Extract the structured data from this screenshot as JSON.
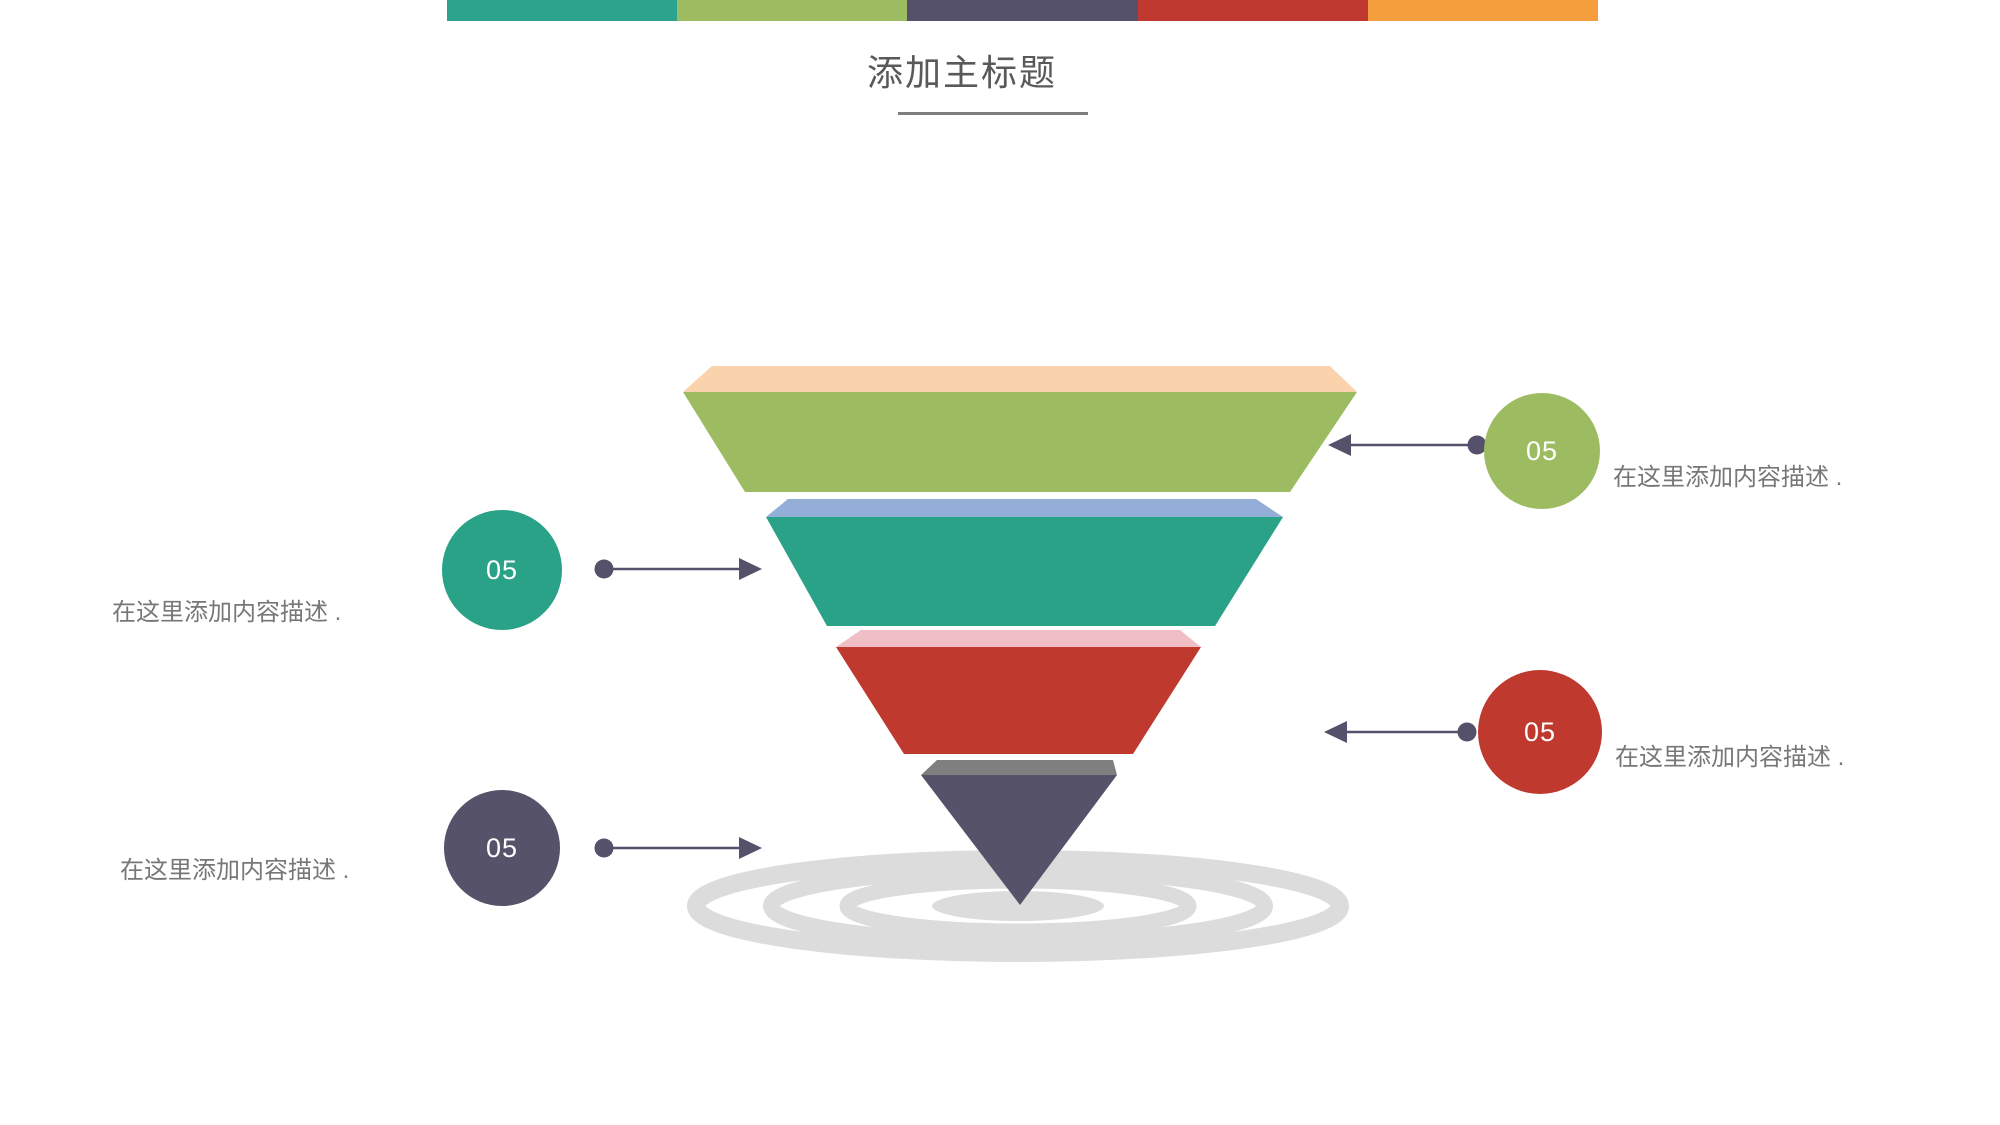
{
  "title": {
    "text": "添加主标题"
  },
  "top_bar": {
    "segments": [
      {
        "name": "teal",
        "color": "#2DA28D"
      },
      {
        "name": "green",
        "color": "#9DBC62"
      },
      {
        "name": "slate",
        "color": "#55516A"
      },
      {
        "name": "red",
        "color": "#C03930"
      },
      {
        "name": "orange",
        "color": "#F49E3E"
      }
    ]
  },
  "funnel": {
    "layers": [
      {
        "name": "layer-1",
        "face_color": "#9DBC62",
        "top_face_color": "#FAD3AC"
      },
      {
        "name": "layer-2",
        "face_color": "#2AA287",
        "top_face_color": "#93AFD7"
      },
      {
        "name": "layer-3",
        "face_color": "#C0392E",
        "top_face_color": "#F0BFC5"
      },
      {
        "name": "layer-4",
        "face_color": "#56526A",
        "top_face_color": "#7F7F7F"
      }
    ],
    "ripple_color": "#DCDCDC"
  },
  "callouts": [
    {
      "position": "right-top",
      "badge": "05",
      "badge_color": "#9DBC62",
      "description": "在这里添加内容描述 ."
    },
    {
      "position": "left-middle",
      "badge": "05",
      "badge_color": "#2AA287",
      "description": "在这里添加内容描述 ."
    },
    {
      "position": "right-bottom",
      "badge": "05",
      "badge_color": "#C0392E",
      "description": "在这里添加内容描述 ."
    },
    {
      "position": "left-bottom",
      "badge": "05",
      "badge_color": "#56526A",
      "description": "在这里添加内容描述 ."
    }
  ],
  "colors": {
    "connector": "#55516A",
    "title_text": "#595959",
    "description_text": "#777777",
    "underline": "#7F7F7F",
    "background": "#FFFFFF"
  }
}
